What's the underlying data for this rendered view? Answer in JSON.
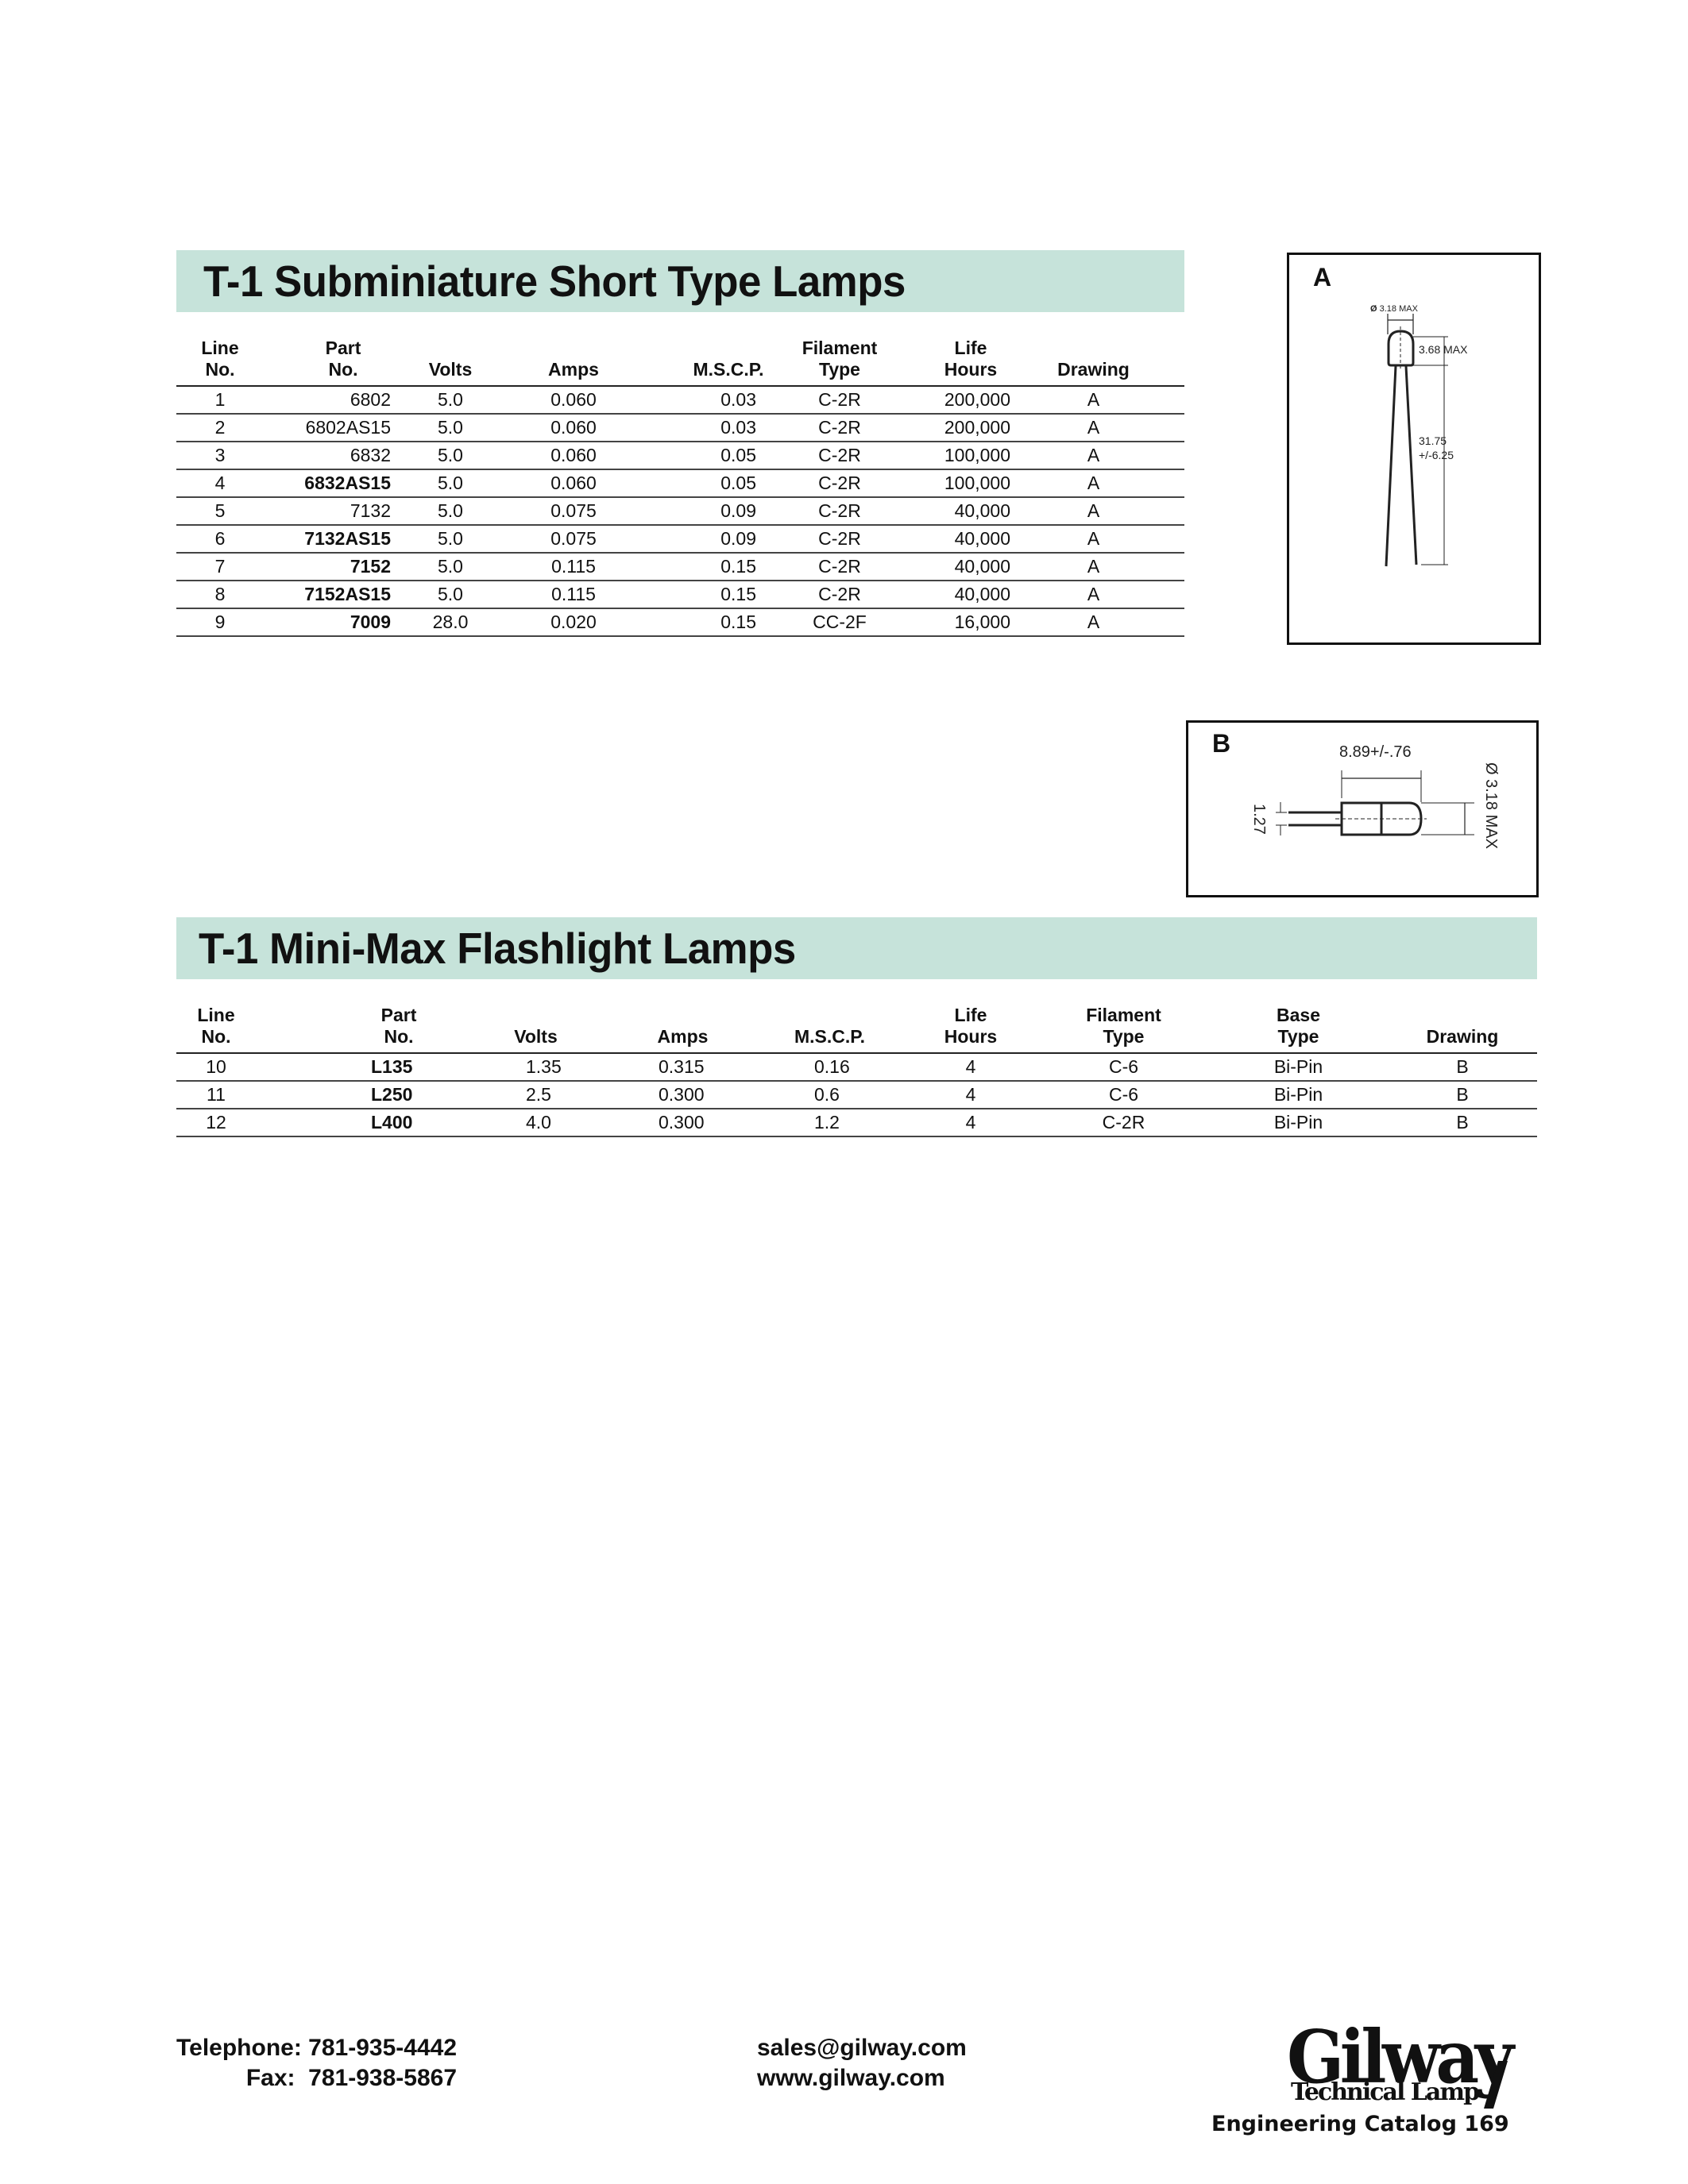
{
  "section1": {
    "title": "T-1 Subminiature Short Type Lamps",
    "columns": [
      {
        "line1": "Line",
        "line2": "No."
      },
      {
        "line1": "Part",
        "line2": "No."
      },
      {
        "line1": "",
        "line2": "Volts"
      },
      {
        "line1": "",
        "line2": "Amps"
      },
      {
        "line1": "",
        "line2": "M.S.C.P."
      },
      {
        "line1": "Filament",
        "line2": "Type"
      },
      {
        "line1": "Life",
        "line2": "Hours"
      },
      {
        "line1": "",
        "line2": "Drawing"
      }
    ],
    "rows": [
      {
        "line": "1",
        "part": "6802",
        "volts": "5.0",
        "amps": "0.060",
        "mscp": "0.03",
        "filament": "C-2R",
        "life": "200,000",
        "drawing": "A"
      },
      {
        "line": "2",
        "part": "6802AS15",
        "volts": "5.0",
        "amps": "0.060",
        "mscp": "0.03",
        "filament": "C-2R",
        "life": "200,000",
        "drawing": "A"
      },
      {
        "line": "3",
        "part": "6832",
        "volts": "5.0",
        "amps": "0.060",
        "mscp": "0.05",
        "filament": "C-2R",
        "life": "100,000",
        "drawing": "A"
      },
      {
        "line": "4",
        "part": "6832AS15",
        "volts": "5.0",
        "amps": "0.060",
        "mscp": "0.05",
        "filament": "C-2R",
        "life": "100,000",
        "drawing": "A"
      },
      {
        "line": "5",
        "part": "7132",
        "volts": "5.0",
        "amps": "0.075",
        "mscp": "0.09",
        "filament": "C-2R",
        "life": "40,000",
        "drawing": "A"
      },
      {
        "line": "6",
        "part": "7132AS15",
        "volts": "5.0",
        "amps": "0.075",
        "mscp": "0.09",
        "filament": "C-2R",
        "life": "40,000",
        "drawing": "A"
      },
      {
        "line": "7",
        "part": "7152",
        "volts": "5.0",
        "amps": "0.115",
        "mscp": "0.15",
        "filament": "C-2R",
        "life": "40,000",
        "drawing": "A"
      },
      {
        "line": "8",
        "part": "7152AS15",
        "volts": "5.0",
        "amps": "0.115",
        "mscp": "0.15",
        "filament": "C-2R",
        "life": "40,000",
        "drawing": "A"
      },
      {
        "line": "9",
        "part": "7009",
        "volts": "28.0",
        "amps": "0.020",
        "mscp": "0.15",
        "filament": "CC-2F",
        "life": "16,000",
        "drawing": "A"
      }
    ]
  },
  "drawing_a": {
    "letter": "A",
    "diameter": "3.18 MAX",
    "diameter_symbol": "Ø",
    "height": "3.68 MAX",
    "lead_length": "31.75",
    "lead_tolerance": "+/-6.25"
  },
  "drawing_b": {
    "letter": "B",
    "length": "8.89+/-.76",
    "diameter": "Ø 3.18 MAX",
    "pin_spacing": "1.27"
  },
  "section2": {
    "title": "T-1 Mini-Max Flashlight Lamps",
    "columns": [
      {
        "line1": "Line",
        "line2": "No."
      },
      {
        "line1": "Part",
        "line2": "No."
      },
      {
        "line1": "",
        "line2": "Volts"
      },
      {
        "line1": "",
        "line2": "Amps"
      },
      {
        "line1": "",
        "line2": "M.S.C.P."
      },
      {
        "line1": "Life",
        "line2": "Hours"
      },
      {
        "line1": "Filament",
        "line2": "Type"
      },
      {
        "line1": "Base",
        "line2": "Type"
      },
      {
        "line1": "",
        "line2": "Drawing"
      }
    ],
    "rows": [
      {
        "line": "10",
        "part": "L135",
        "volts": "1.35",
        "amps": "0.315",
        "mscp": "0.16",
        "life": "4",
        "filament": "C-6",
        "base": "Bi-Pin",
        "drawing": "B"
      },
      {
        "line": "11",
        "part": "L250",
        "volts": "2.5",
        "amps": "0.300",
        "mscp": "0.6",
        "life": "4",
        "filament": "C-6",
        "base": "Bi-Pin",
        "drawing": "B"
      },
      {
        "line": "12",
        "part": "L400",
        "volts": "4.0",
        "amps": "0.300",
        "mscp": "1.2",
        "life": "4",
        "filament": "C-2R",
        "base": "Bi-Pin",
        "drawing": "B"
      }
    ]
  },
  "footer": {
    "telephone_label": "Telephone:",
    "telephone": "781-935-4442",
    "fax_label": "Fax:",
    "fax": "781-938-5867",
    "email": "sales@gilway.com",
    "website": "www.gilway.com",
    "logo_name": "Gilway",
    "logo_tagline": "Technical Lamp",
    "catalog": "Engineering Catalog 169"
  },
  "colors": {
    "section_bar": "#c6e3da"
  }
}
